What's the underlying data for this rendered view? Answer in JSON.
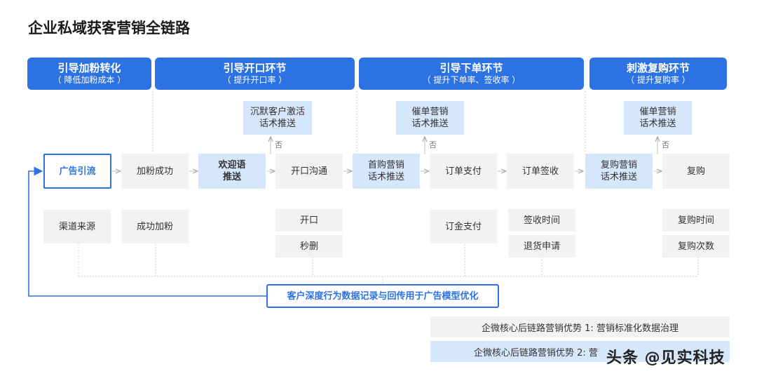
{
  "title": "企业私域获客营销全链路",
  "stages": [
    {
      "title": "引导加粉转化",
      "sub": "（ 降低加粉成本 ）"
    },
    {
      "title": "引导开口环节",
      "sub": "（ 提升开口率 ）"
    },
    {
      "title": "引导下单环节",
      "sub": "（ 提升下单率、签收率 ）"
    },
    {
      "title": "刺激复购环节",
      "sub": "（ 提升复购率 ）"
    }
  ],
  "upper": [
    {
      "label": "沉默客户激活\n话术推送",
      "no": "否"
    },
    {
      "label": "催单营销\n话术推送",
      "no": "否"
    },
    {
      "label": "催单营销\n话术推送",
      "no": "否"
    }
  ],
  "flow": [
    "广告引流",
    "加粉成功",
    "欢迎语\n推送",
    "开口沟通",
    "首购营销\n话术推送",
    "订单支付",
    "订单签收",
    "复购营销\n话术推送",
    "复购"
  ],
  "lower": {
    "channel": "渠道来源",
    "success": "成功加粉",
    "open": "开口",
    "delete": "秒删",
    "deposit": "订金支付",
    "sign_time": "签收时间",
    "return": "退货申请",
    "rebuy_time": "复购时间",
    "rebuy_count": "复购次数"
  },
  "feedback": "客户深度行为数据记录与回传用于广告模型优化",
  "advantages": [
    "企微核心后链路营销优势 1: 营销标准化数据治理",
    "企微核心后链路营销优势 2: 营"
  ],
  "watermark": "头条 @见实科技",
  "colors": {
    "accent": "#2d72e3",
    "light_blue": "#d6e6fb",
    "gray": "#f1f2f4"
  }
}
